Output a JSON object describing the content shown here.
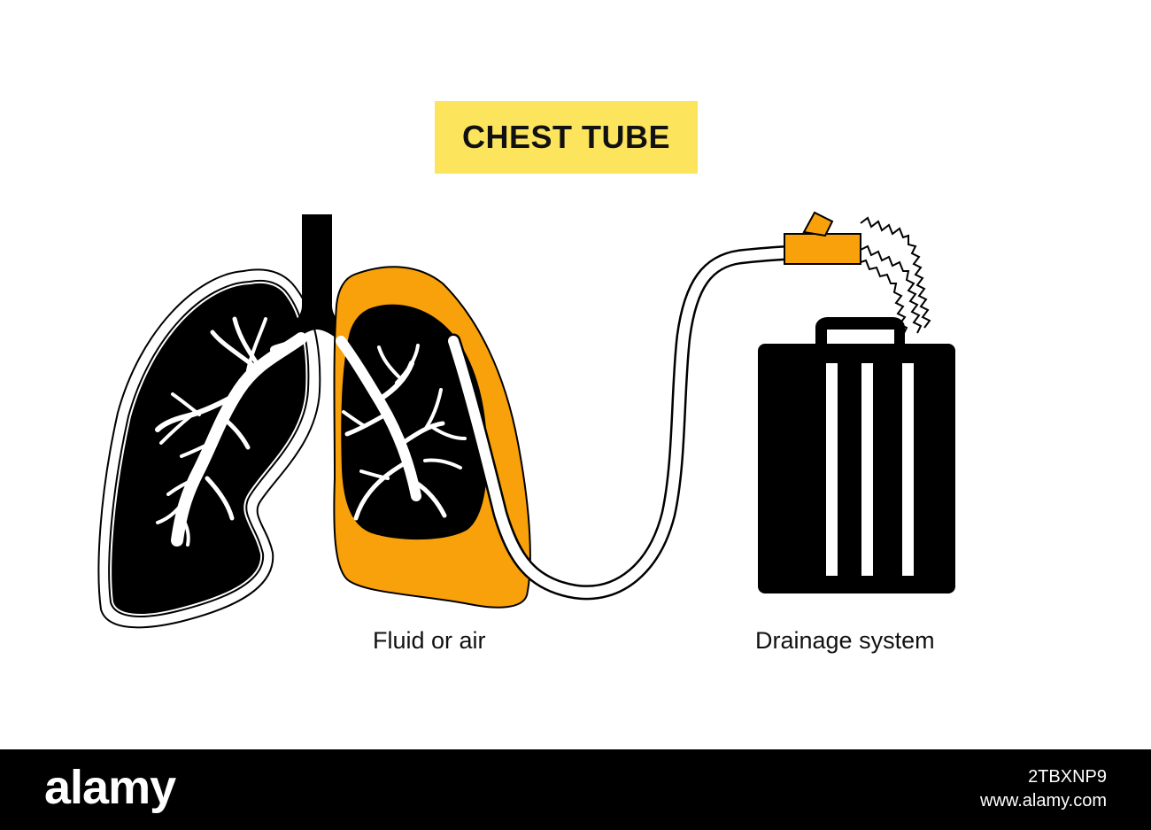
{
  "title": "CHEST TUBE",
  "labels": {
    "fluid": "Fluid or air",
    "drainage": "Drainage system"
  },
  "footer": {
    "brand": "alamy",
    "image_id": "2TBXNP9",
    "site": "www.alamy.com"
  },
  "colors": {
    "title_bg": "#fce45c",
    "fluid": "#f8a10a",
    "connector": "#f8a10a",
    "organ": "#000000",
    "footer_bg": "#000000"
  }
}
